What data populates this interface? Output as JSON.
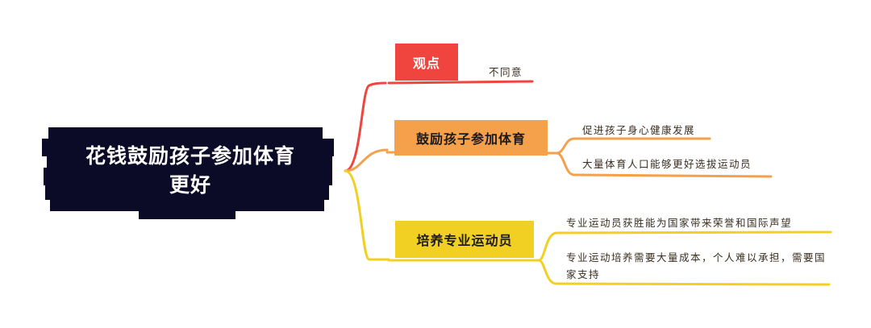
{
  "root": {
    "line1": "花钱鼓励孩子参加体育",
    "line2": "更好"
  },
  "branches": [
    {
      "label": "观点",
      "color": "#f0453e",
      "children": [
        "不同意"
      ]
    },
    {
      "label": "鼓励孩子参加体育",
      "color": "#f5a04b",
      "children": [
        "促进孩子身心健康发展",
        "大量体育人口能够更好选拔运动员"
      ]
    },
    {
      "label": "培养专业运动员",
      "color": "#f2d023",
      "children": [
        "专业运动员获胜能为国家带来荣誉和国际声望",
        "专业运动培养需要大量成本，个人难以承担，需要国家支持"
      ]
    }
  ]
}
